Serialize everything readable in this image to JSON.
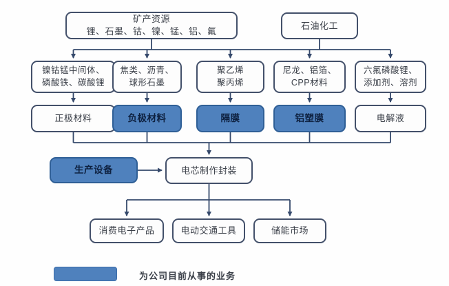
{
  "flowchart": {
    "sources": {
      "mineral_resources": {
        "title": "矿产资源",
        "items": "锂、石墨、钴、镍、锰、铝、氟"
      },
      "petrochemical": {
        "label": "石油化工"
      }
    },
    "raw_materials": {
      "cathode_raw": {
        "line1": "镍钴锰中间体、",
        "line2": "磷酸铁、碳酸锂"
      },
      "anode_raw": {
        "line1": "焦类、沥青、",
        "line2": "球形石墨"
      },
      "separator_raw": {
        "line1": "聚乙烯",
        "line2": "聚丙烯"
      },
      "alu_film_raw": {
        "line1": "尼龙、铝箔、",
        "line2": "CPP材料"
      },
      "electrolyte_raw": {
        "line1": "六氟磷酸锂、",
        "line2": "添加剂、溶剂"
      }
    },
    "components": {
      "cathode": {
        "label": "正极材料",
        "highlighted": false
      },
      "anode": {
        "label": "负极材料",
        "highlighted": true
      },
      "separator": {
        "label": "隔膜",
        "highlighted": true
      },
      "alu_plastic_film": {
        "label": "铝塑膜",
        "highlighted": true
      },
      "electrolyte": {
        "label": "电解液",
        "highlighted": false
      }
    },
    "production": {
      "equipment": {
        "label": "生产设备",
        "highlighted": true
      },
      "cell_assembly": {
        "label": "电芯制作封装"
      }
    },
    "applications": {
      "consumer_electronics": {
        "label": "消费电子产品"
      },
      "electric_transport": {
        "label": "电动交通工具"
      },
      "energy_storage": {
        "label": "储能市场"
      }
    },
    "legend": {
      "label": "为公司目前从事的业务"
    },
    "colors": {
      "highlight_fill": "#4f81bd",
      "highlight_border": "#2f5f96",
      "connector_line": "#35496b",
      "box_border": "#43506a"
    }
  }
}
